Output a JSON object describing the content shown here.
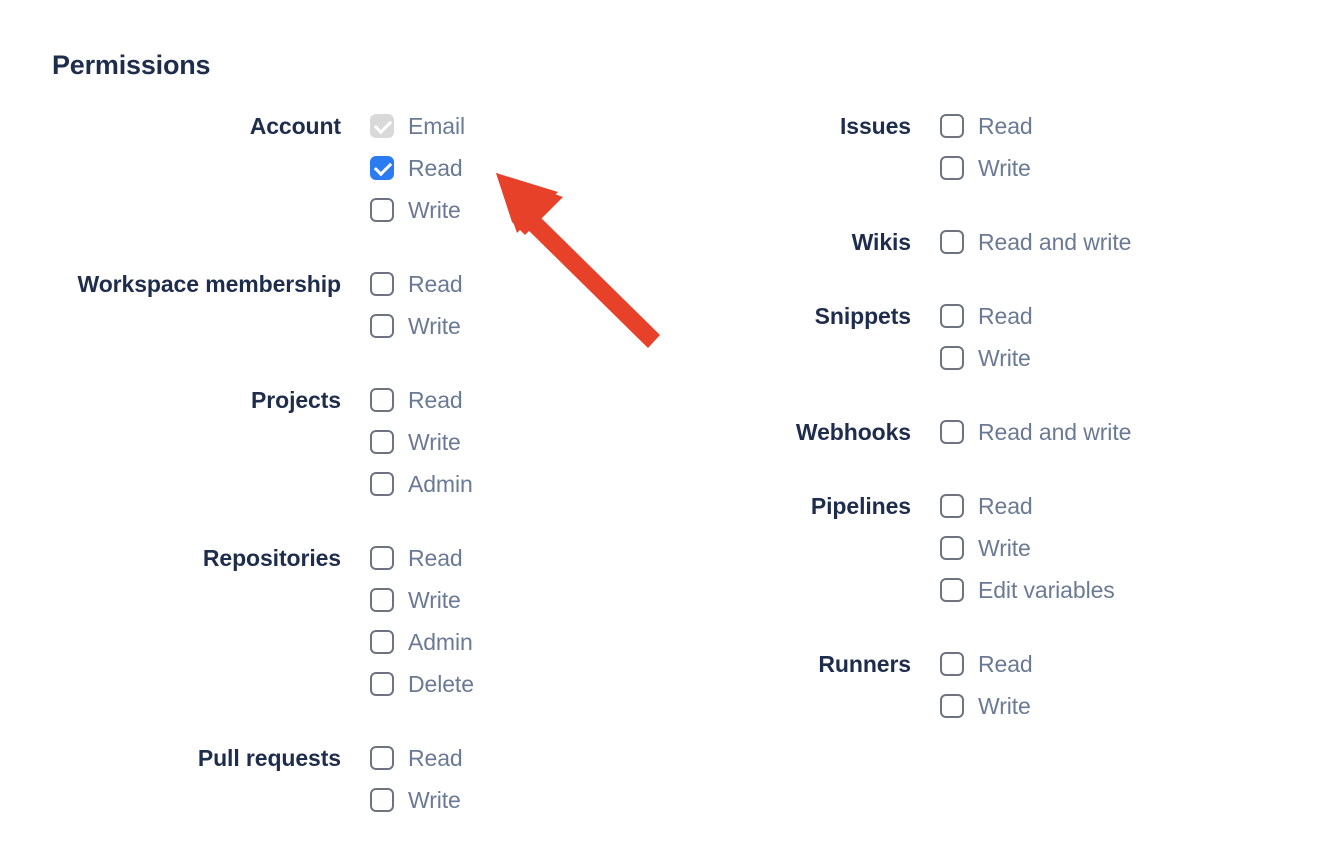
{
  "page": {
    "title": "Permissions",
    "accent_blue": "#2b7cf0",
    "label_color": "#1f2d4d",
    "option_color": "#6b7a94",
    "annotation_color": "#e8412a"
  },
  "left_column": [
    {
      "label": "Account",
      "options": [
        {
          "label": "Email",
          "state": "disabled-checked"
        },
        {
          "label": "Read",
          "state": "checked"
        },
        {
          "label": "Write",
          "state": "unchecked"
        }
      ]
    },
    {
      "label": "Workspace membership",
      "options": [
        {
          "label": "Read",
          "state": "unchecked"
        },
        {
          "label": "Write",
          "state": "unchecked"
        }
      ]
    },
    {
      "label": "Projects",
      "options": [
        {
          "label": "Read",
          "state": "unchecked"
        },
        {
          "label": "Write",
          "state": "unchecked"
        },
        {
          "label": "Admin",
          "state": "unchecked"
        }
      ]
    },
    {
      "label": "Repositories",
      "options": [
        {
          "label": "Read",
          "state": "unchecked"
        },
        {
          "label": "Write",
          "state": "unchecked"
        },
        {
          "label": "Admin",
          "state": "unchecked"
        },
        {
          "label": "Delete",
          "state": "unchecked"
        }
      ]
    },
    {
      "label": "Pull requests",
      "options": [
        {
          "label": "Read",
          "state": "unchecked"
        },
        {
          "label": "Write",
          "state": "unchecked"
        }
      ]
    }
  ],
  "right_column": [
    {
      "label": "Issues",
      "options": [
        {
          "label": "Read",
          "state": "unchecked"
        },
        {
          "label": "Write",
          "state": "unchecked"
        }
      ]
    },
    {
      "label": "Wikis",
      "options": [
        {
          "label": "Read and write",
          "state": "unchecked"
        }
      ]
    },
    {
      "label": "Snippets",
      "options": [
        {
          "label": "Read",
          "state": "unchecked"
        },
        {
          "label": "Write",
          "state": "unchecked"
        }
      ]
    },
    {
      "label": "Webhooks",
      "options": [
        {
          "label": "Read and write",
          "state": "unchecked"
        }
      ]
    },
    {
      "label": "Pipelines",
      "options": [
        {
          "label": "Read",
          "state": "unchecked"
        },
        {
          "label": "Write",
          "state": "unchecked"
        },
        {
          "label": "Edit variables",
          "state": "unchecked"
        }
      ]
    },
    {
      "label": "Runners",
      "options": [
        {
          "label": "Read",
          "state": "unchecked"
        },
        {
          "label": "Write",
          "state": "unchecked"
        }
      ]
    }
  ],
  "annotation": {
    "name": "red-arrow-pointing-to-account-read-checkbox",
    "points_to": "Read"
  }
}
